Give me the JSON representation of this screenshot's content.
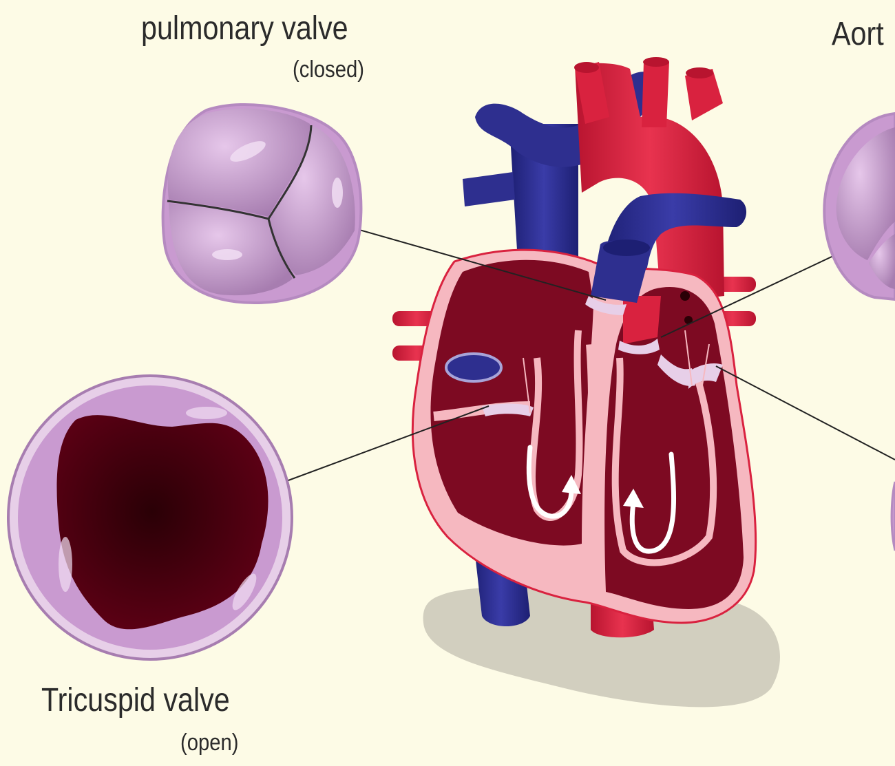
{
  "labels": {
    "pulmonary": {
      "name": "pulmonary valve",
      "state": "(closed)"
    },
    "aortic": {
      "name": "Aort"
    },
    "tricuspid": {
      "name": "Tricuspid valve",
      "state": "(open)"
    }
  },
  "colors": {
    "background": "#fdfbe6",
    "deoxygenated": "#2e2f8f",
    "oxygenated": "#d9223f",
    "myocardium": "#7d0a22",
    "wall": "#f6b8c0",
    "valve": "#c99ad0",
    "shadow": "#d2cfbf"
  }
}
